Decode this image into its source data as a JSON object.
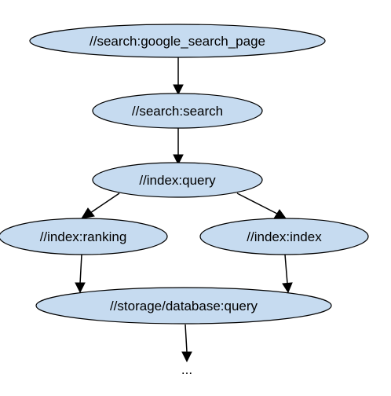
{
  "diagram": {
    "nodes": [
      {
        "id": "n1",
        "label": "//search:google_search_page"
      },
      {
        "id": "n2",
        "label": "//search:search"
      },
      {
        "id": "n3",
        "label": "//index:query"
      },
      {
        "id": "n4",
        "label": "//index:ranking"
      },
      {
        "id": "n5",
        "label": "//index:index"
      },
      {
        "id": "n6",
        "label": "//storage/database:query"
      }
    ],
    "edges": [
      {
        "from": "n1",
        "to": "n2"
      },
      {
        "from": "n2",
        "to": "n3"
      },
      {
        "from": "n3",
        "to": "n4"
      },
      {
        "from": "n3",
        "to": "n5"
      },
      {
        "from": "n4",
        "to": "n6"
      },
      {
        "from": "n5",
        "to": "n6"
      },
      {
        "from": "n6",
        "to": "more"
      }
    ],
    "continuation_label": "...",
    "colors": {
      "node_fill": "#c6dbf0",
      "node_stroke": "#000000",
      "edge": "#000000"
    }
  }
}
